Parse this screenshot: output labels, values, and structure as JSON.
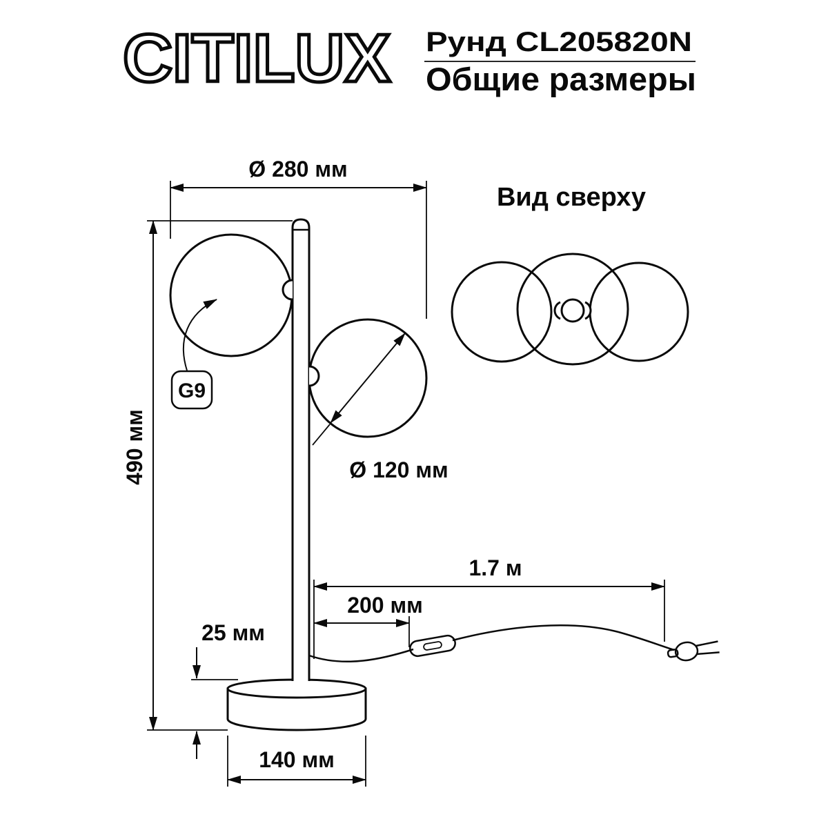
{
  "header": {
    "brand": "CITILUX",
    "product_name": "Рунд CL205820N",
    "section_title": "Общие размеры"
  },
  "front_view": {
    "socket_label": "G9",
    "dim_top_width": "Ø 280 мм",
    "dim_height": "490 мм",
    "dim_sphere_diameter": "Ø 120 мм",
    "dim_base_height": "25 мм",
    "dim_base_diameter": "140 мм"
  },
  "cord": {
    "dim_cord_to_switch": "200 мм",
    "dim_cord_length": "1.7 м"
  },
  "top_view": {
    "title": "Вид сверху"
  }
}
